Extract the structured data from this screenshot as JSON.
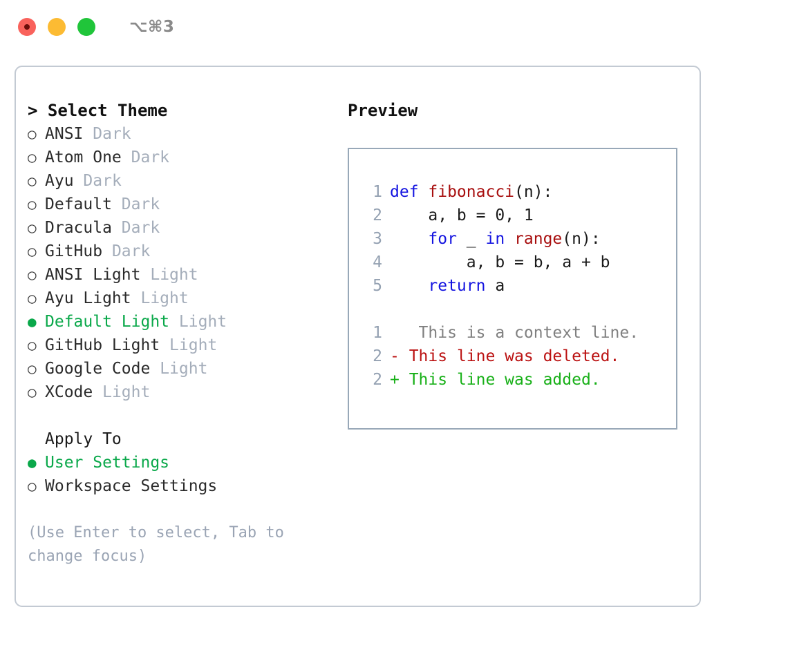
{
  "titlebar": {
    "shortcut": "⌥⌘3",
    "lights": [
      {
        "name": "close",
        "color": "#f9625c"
      },
      {
        "name": "minimize",
        "color": "#fcbb33"
      },
      {
        "name": "zoom",
        "color": "#20c53a"
      }
    ]
  },
  "colors": {
    "accent_green": "#0aa84a",
    "muted": "#a4adba",
    "border_card": "#c3cad3",
    "border_preview": "#98a8b8",
    "keyword": "#1414e0",
    "function": "#a80f0f",
    "diff_deleted": "#bb1212",
    "diff_added": "#18b018",
    "diff_context": "#808080",
    "linenumber": "#94a1b2"
  },
  "theme_panel": {
    "title": "> Select Theme",
    "marker_selected": "●",
    "marker_unselected": "○",
    "options": [
      {
        "name": "ANSI",
        "tag": "Dark",
        "selected": false
      },
      {
        "name": "Atom One",
        "tag": "Dark",
        "selected": false
      },
      {
        "name": "Ayu",
        "tag": "Dark",
        "selected": false
      },
      {
        "name": "Default",
        "tag": "Dark",
        "selected": false
      },
      {
        "name": "Dracula",
        "tag": "Dark",
        "selected": false
      },
      {
        "name": "GitHub",
        "tag": "Dark",
        "selected": false
      },
      {
        "name": "ANSI Light",
        "tag": "Light",
        "selected": false
      },
      {
        "name": "Ayu Light",
        "tag": "Light",
        "selected": false
      },
      {
        "name": "Default Light",
        "tag": "Light",
        "selected": true
      },
      {
        "name": "GitHub Light",
        "tag": "Light",
        "selected": false
      },
      {
        "name": "Google Code",
        "tag": "Light",
        "selected": false
      },
      {
        "name": "XCode",
        "tag": "Light",
        "selected": false
      }
    ]
  },
  "apply_to": {
    "label": "Apply To",
    "options": [
      {
        "name": "User Settings",
        "selected": true
      },
      {
        "name": "Workspace Settings",
        "selected": false
      }
    ]
  },
  "hint": "(Use Enter to select, Tab to change focus)",
  "preview": {
    "title": "Preview",
    "code_lines": [
      {
        "no": "1",
        "tokens": [
          {
            "t": "def ",
            "c": "kw"
          },
          {
            "t": "fibonacci",
            "c": "fn"
          },
          {
            "t": "(n):",
            "c": "txt"
          }
        ]
      },
      {
        "no": "2",
        "tokens": [
          {
            "t": "    a, b = 0, 1",
            "c": "txt"
          }
        ]
      },
      {
        "no": "3",
        "tokens": [
          {
            "t": "    ",
            "c": "txt"
          },
          {
            "t": "for",
            "c": "kw"
          },
          {
            "t": " _ ",
            "c": "txt"
          },
          {
            "t": "in",
            "c": "kw"
          },
          {
            "t": " ",
            "c": "txt"
          },
          {
            "t": "range",
            "c": "fn"
          },
          {
            "t": "(n):",
            "c": "txt"
          }
        ]
      },
      {
        "no": "4",
        "tokens": [
          {
            "t": "        a, b = b, a + b",
            "c": "txt"
          }
        ]
      },
      {
        "no": "5",
        "tokens": [
          {
            "t": "    ",
            "c": "txt"
          },
          {
            "t": "return",
            "c": "kw"
          },
          {
            "t": " a",
            "c": "txt"
          }
        ]
      }
    ],
    "diff_lines": [
      {
        "no": "1",
        "marker": " ",
        "text": "  This is a context line.",
        "c": "ctx"
      },
      {
        "no": "2",
        "marker": "-",
        "text": " This line was deleted.",
        "c": "del"
      },
      {
        "no": "2",
        "marker": "+",
        "text": " This line was added.",
        "c": "add"
      }
    ]
  }
}
